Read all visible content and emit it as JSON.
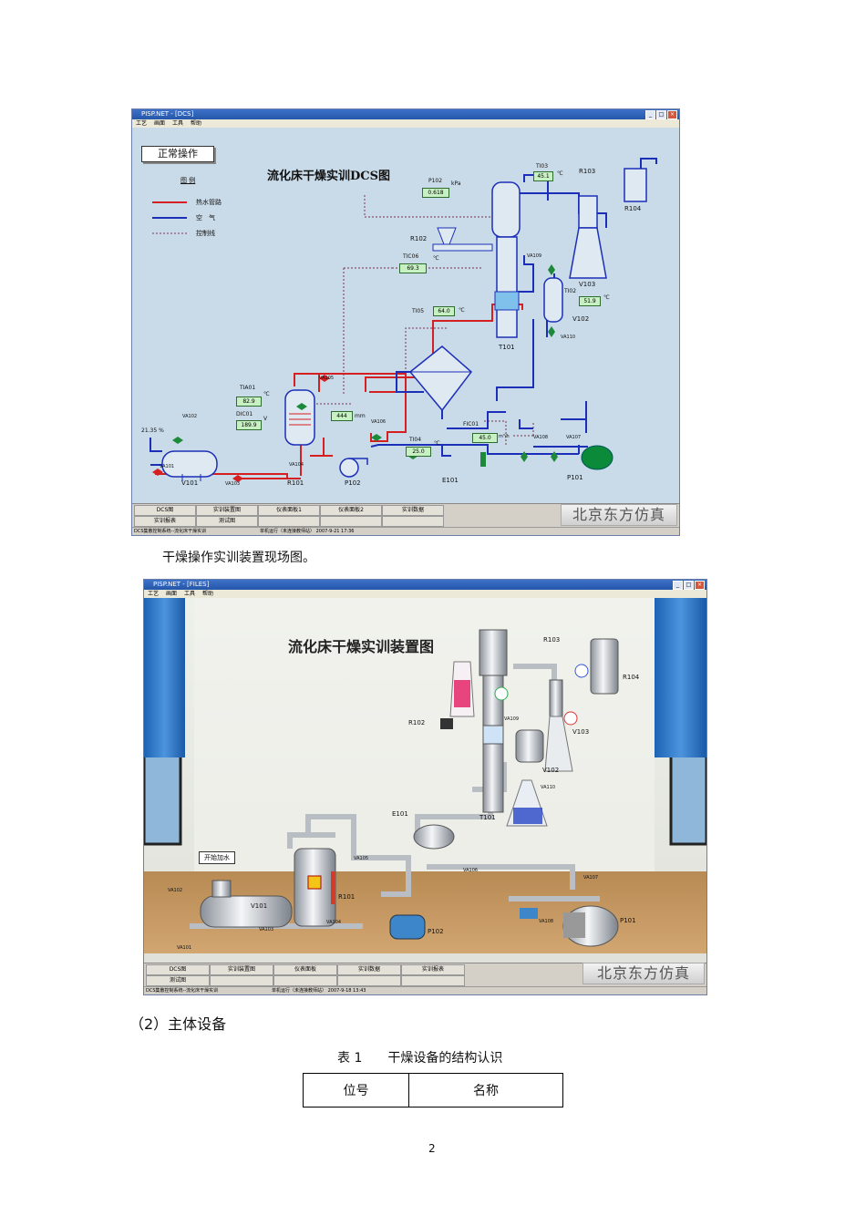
{
  "dcs": {
    "title": "PISP.NET - [DCS]",
    "menu": [
      "工艺",
      "画面",
      "工具",
      "帮助"
    ],
    "mode_button": "正常操作",
    "diagram_title": "流化床干燥实训DCS图",
    "legend_title": "图 例",
    "legend": [
      "热水管路",
      "空　气",
      "控制线"
    ],
    "colors": {
      "hot_water": "#d42020",
      "air": "#1c2fb8",
      "control": "#7a3050",
      "panel": "#c9dbe9"
    },
    "equipment": [
      "R102",
      "T101",
      "R103",
      "R104",
      "V103",
      "V102",
      "V101",
      "R101",
      "P102",
      "E101",
      "P101"
    ],
    "valves": [
      "VA109",
      "VA110",
      "VA105",
      "VA102",
      "VA101",
      "VA103",
      "VA104",
      "VA106",
      "VA108",
      "VA107"
    ],
    "instruments": [
      {
        "tag": "P102",
        "value": "0.618",
        "unit": "kPa"
      },
      {
        "tag": "TI03",
        "value": "45.1",
        "unit": "℃"
      },
      {
        "tag": "TIC06",
        "value": "69.3",
        "unit": "℃"
      },
      {
        "tag": "TI02",
        "value": "51.9",
        "unit": "℃"
      },
      {
        "tag": "TI05",
        "value": "64.0",
        "unit": "℃"
      },
      {
        "tag": "TIA01",
        "value": "82.9",
        "unit": "℃"
      },
      {
        "tag": "DIC01",
        "value": "189.9",
        "unit": "V"
      },
      {
        "tag": "",
        "value": "444",
        "unit": "mm"
      },
      {
        "tag": "TI04",
        "value": "25.0",
        "unit": "℃"
      },
      {
        "tag": "FIC01",
        "value": "45.0",
        "unit": "m³/h"
      }
    ],
    "tank_level": "21.35 %",
    "nav": [
      "DCS图",
      "实训装置图",
      "仪表面板1",
      "仪表面板2",
      "实训数据",
      "实训报表",
      "测试图"
    ],
    "status": "DCS集散控制系统--流化床干燥实训",
    "status_run": "单机运行（未连接教师站）  2007-9-21  17:36",
    "brand": "北京东方仿真"
  },
  "field_caption": "干燥操作实训装置现场图。",
  "field": {
    "title": "PISP.NET - [FILES]",
    "menu": [
      "工艺",
      "画面",
      "工具",
      "帮助"
    ],
    "diagram_title": "流化床干燥实训装置图",
    "start_button": "开始加水",
    "equipment": [
      "R103",
      "R104",
      "R102",
      "V103",
      "V102",
      "E101",
      "T101",
      "V101",
      "R101",
      "P102",
      "P101"
    ],
    "valves": [
      "VA109",
      "VA110",
      "VA105",
      "VA106",
      "VA107",
      "VA108",
      "VA102",
      "VA101",
      "VA103",
      "VA104"
    ],
    "nav": [
      "DCS图",
      "实训装置图",
      "仪表面板",
      "实训数据",
      "实训报表",
      "测试图"
    ],
    "status": "DCS集散控制系统--流化床干燥实训",
    "status_run": "单机运行（未连接教师站）  2007-9-18  13:43",
    "brand": "北京东方仿真"
  },
  "section_heading": "（2）主体设备",
  "table_caption": "表 1　　干燥设备的结构认识",
  "table_headers": [
    "位号",
    "名称"
  ],
  "page_number": "2"
}
